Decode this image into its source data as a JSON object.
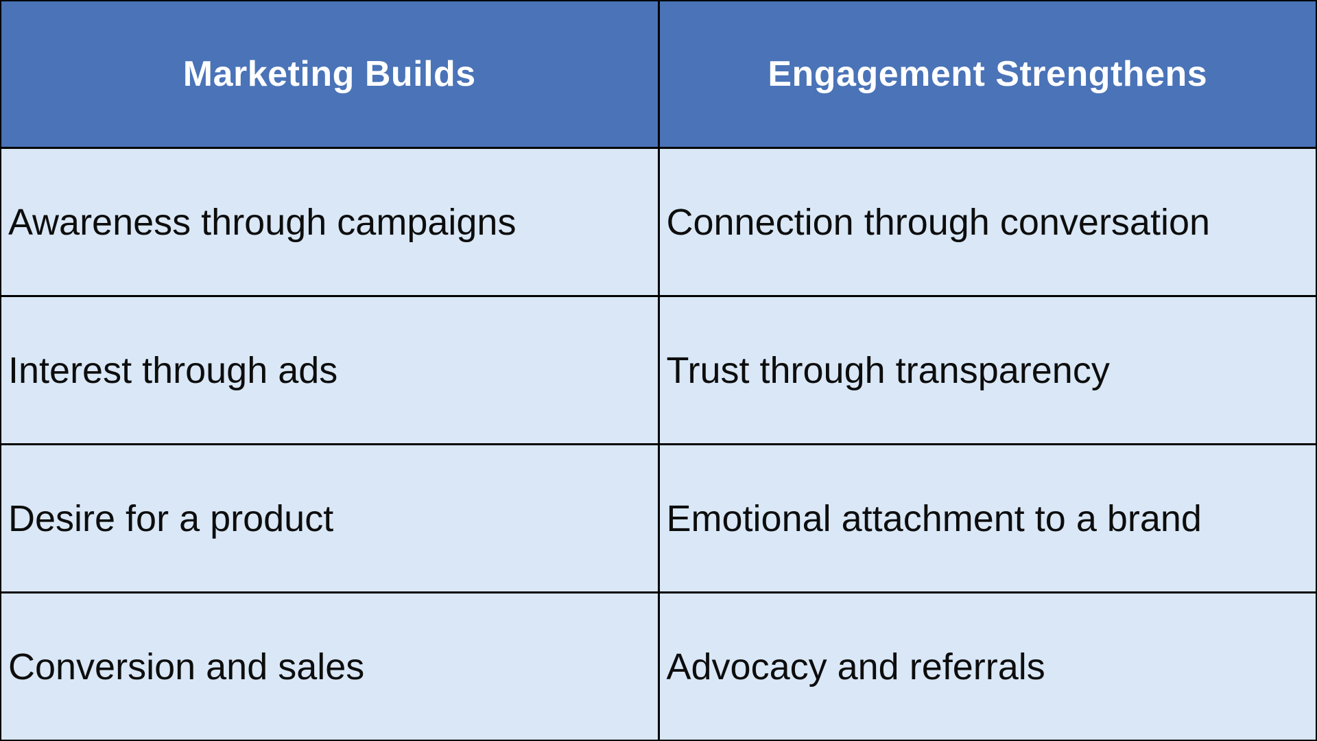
{
  "chart_data": {
    "type": "table",
    "columns": [
      "Marketing Builds",
      "Engagement Strengthens"
    ],
    "rows": [
      [
        "Awareness through campaigns",
        "Connection through conversation"
      ],
      [
        "Interest through ads",
        "Trust through transparency"
      ],
      [
        "Desire for a product",
        "Emotional attachment to a brand"
      ],
      [
        "Conversion and sales",
        "Advocacy and referrals"
      ]
    ],
    "layout": {
      "header_position": "top",
      "grid": true,
      "column_split": "50/50",
      "body_text_align": "left",
      "header_text_align": "center"
    }
  },
  "colors": {
    "header_bg": "#4a73b8",
    "header_text": "#ffffff",
    "body_bg": "#d9e7f6",
    "body_text": "#0d0d0d",
    "border": "#000000"
  }
}
